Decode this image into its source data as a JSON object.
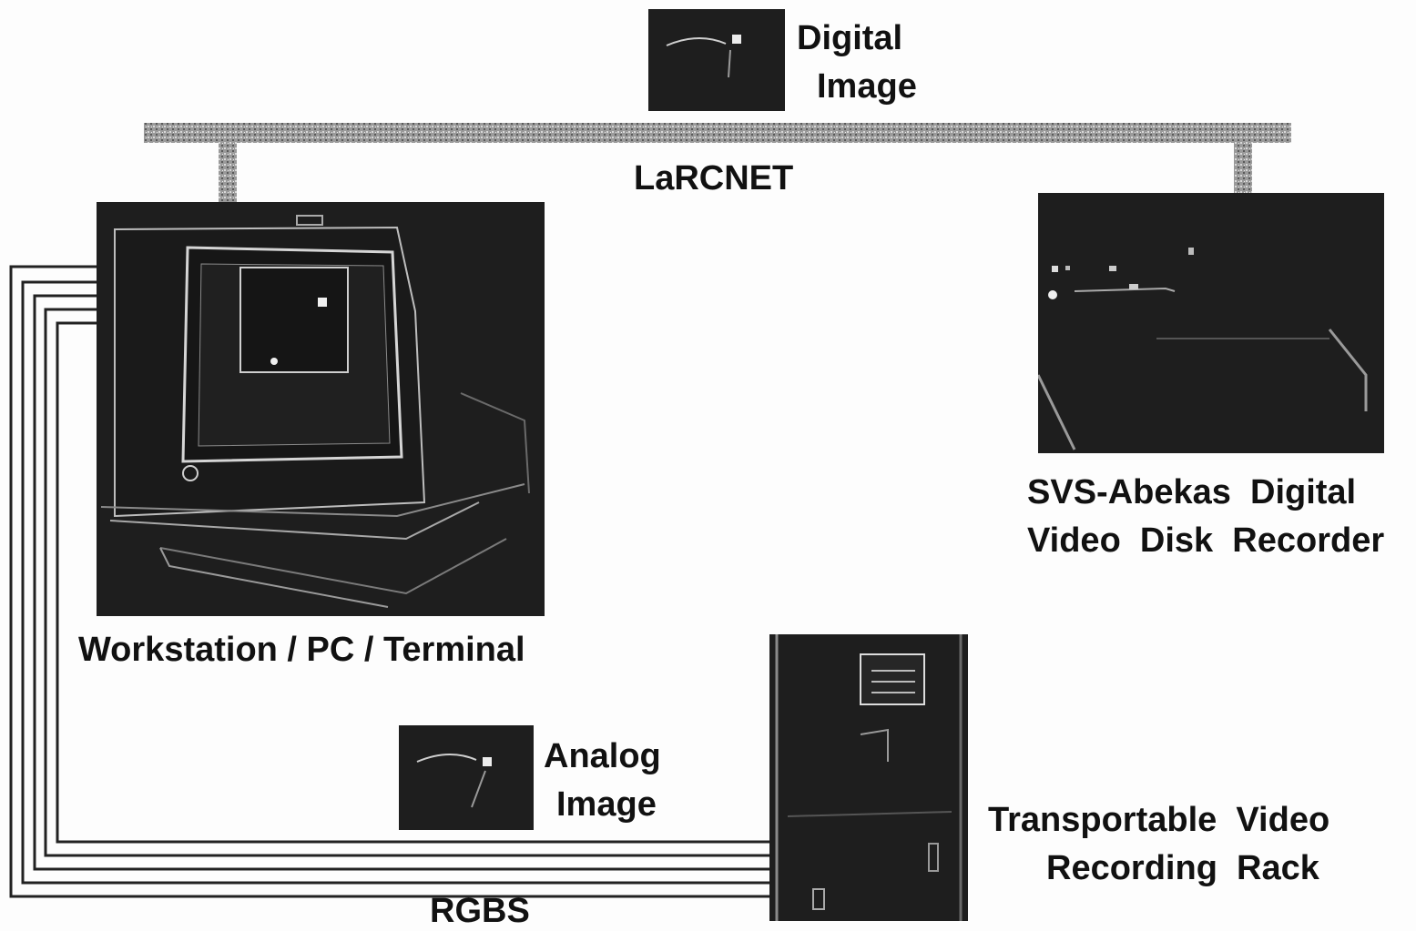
{
  "labels": {
    "digital_image_line1": "Digital",
    "digital_image_line2": "Image",
    "network": "LaRCNET",
    "recorder_line1": "SVS-Abekas  Digital",
    "recorder_line2": "Video  Disk  Recorder",
    "workstation": "Workstation / PC / Terminal",
    "analog_image_line1": "Analog",
    "analog_image_line2": "Image",
    "rack_line1": "Transportable  Video",
    "rack_line2": "Recording  Rack",
    "cable": "RGBS"
  }
}
